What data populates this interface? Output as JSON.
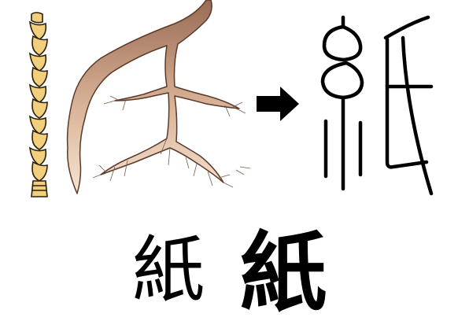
{
  "diagram": {
    "elements": [
      {
        "name": "braided-silk-icon"
      },
      {
        "name": "tree-root-icon"
      },
      {
        "name": "right-arrow-icon"
      },
      {
        "name": "ancient-seal-character-zhi"
      }
    ],
    "evolution": {
      "small_seal_form": "紙",
      "modern_form": "紙"
    },
    "colors": {
      "rope_fill": "#f2cf7c",
      "rope_stroke": "#2a2010",
      "root_dark": "#9a6b55",
      "root_light": "#f2dcc5",
      "ink": "#000000"
    }
  }
}
